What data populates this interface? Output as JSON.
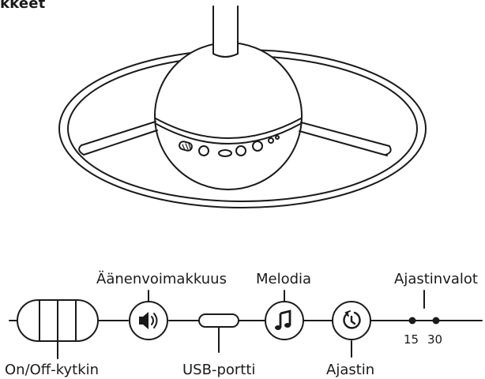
{
  "heading": "kkeet",
  "controls": {
    "onoff_label": "On/Off-kytkin",
    "volume_label": "Äänenvoimakkuus",
    "usb_label": "USB-portti",
    "melody_label": "Melodia",
    "timer_label": "Ajastin",
    "timer_lights_label": "Ajastinvalot",
    "timer_15": "15",
    "timer_30": "30"
  },
  "icons": {
    "volume": "speaker-volume-icon",
    "melody": "music-note-icon",
    "timer": "timer-icon"
  }
}
